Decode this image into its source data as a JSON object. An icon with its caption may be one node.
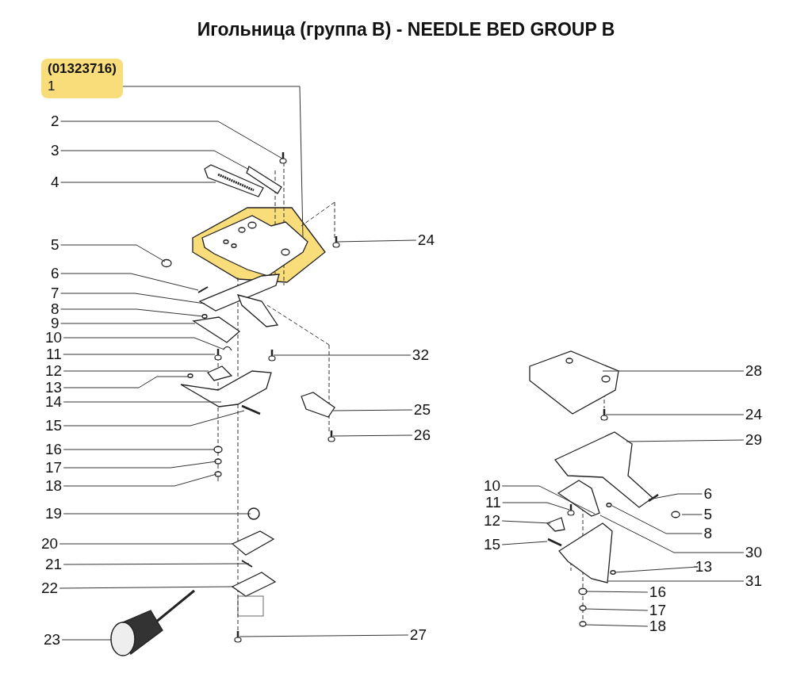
{
  "diagram": {
    "title": "Игольница (группа B) - NEEDLE BED GROUP B",
    "nodes": [
      {
        "text": [
          "(01323716)",
          "1"
        ]
      },
      {
        "text": [
          "2"
        ]
      },
      {
        "text": [
          "3"
        ]
      },
      {
        "text": [
          "4"
        ]
      },
      {
        "text": [
          "5"
        ]
      },
      {
        "text": [
          "6"
        ]
      },
      {
        "text": [
          "7"
        ]
      },
      {
        "text": [
          "8"
        ]
      },
      {
        "text": [
          "9"
        ]
      },
      {
        "text": [
          "10"
        ]
      },
      {
        "text": [
          "11"
        ]
      },
      {
        "text": [
          "12"
        ]
      },
      {
        "text": [
          "13"
        ]
      },
      {
        "text": [
          "14"
        ]
      },
      {
        "text": [
          "15"
        ]
      },
      {
        "text": [
          "16"
        ]
      },
      {
        "text": [
          "17"
        ]
      },
      {
        "text": [
          "18"
        ]
      },
      {
        "text": [
          "19"
        ]
      },
      {
        "text": [
          "20"
        ]
      },
      {
        "text": [
          "21"
        ]
      },
      {
        "text": [
          "22"
        ]
      },
      {
        "text": [
          "23"
        ]
      },
      {
        "text": [
          "24"
        ]
      },
      {
        "text": [
          "32"
        ]
      },
      {
        "text": [
          "25"
        ]
      },
      {
        "text": [
          "26"
        ]
      },
      {
        "text": [
          "27"
        ]
      },
      {
        "text": [
          "28"
        ]
      },
      {
        "text": [
          "24"
        ]
      },
      {
        "text": [
          "29"
        ]
      },
      {
        "text": [
          "10"
        ]
      },
      {
        "text": [
          "11"
        ]
      },
      {
        "text": [
          "6"
        ]
      },
      {
        "text": [
          "12"
        ]
      },
      {
        "text": [
          "5"
        ]
      },
      {
        "text": [
          "8"
        ]
      },
      {
        "text": [
          "15"
        ]
      },
      {
        "text": [
          "30"
        ]
      },
      {
        "text": [
          "13"
        ]
      },
      {
        "text": [
          "31"
        ]
      },
      {
        "text": [
          "16"
        ]
      },
      {
        "text": [
          "17"
        ]
      },
      {
        "text": [
          "18"
        ]
      }
    ],
    "edges": [
      {
        "from": 0,
        "to": null,
        "arrow": "none"
      },
      {
        "from": 1,
        "to": null,
        "arrow": "none"
      },
      {
        "from": 2,
        "to": null,
        "arrow": "none"
      },
      {
        "from": 3,
        "to": null,
        "arrow": "none"
      },
      {
        "from": 4,
        "to": null,
        "arrow": "none"
      },
      {
        "from": 5,
        "to": null,
        "arrow": "none"
      },
      {
        "from": 6,
        "to": null,
        "arrow": "none"
      },
      {
        "from": 7,
        "to": null,
        "arrow": "none"
      },
      {
        "from": 8,
        "to": null,
        "arrow": "none"
      },
      {
        "from": 9,
        "to": null,
        "arrow": "none"
      },
      {
        "from": 10,
        "to": null,
        "arrow": "none"
      },
      {
        "from": 11,
        "to": null,
        "arrow": "none"
      },
      {
        "from": 12,
        "to": null,
        "arrow": "none"
      },
      {
        "from": 13,
        "to": null,
        "arrow": "none"
      },
      {
        "from": 14,
        "to": null,
        "arrow": "none"
      },
      {
        "from": 15,
        "to": null,
        "arrow": "none"
      },
      {
        "from": 16,
        "to": null,
        "arrow": "none"
      },
      {
        "from": 17,
        "to": null,
        "arrow": "none"
      },
      {
        "from": 18,
        "to": null,
        "arrow": "none"
      },
      {
        "from": 19,
        "to": null,
        "arrow": "none"
      },
      {
        "from": 20,
        "to": null,
        "arrow": "none"
      },
      {
        "from": 21,
        "to": null,
        "arrow": "none"
      },
      {
        "from": 22,
        "to": null,
        "arrow": "none"
      },
      {
        "from": 23,
        "to": null,
        "arrow": "none"
      },
      {
        "from": 24,
        "to": null,
        "arrow": "none"
      },
      {
        "from": 25,
        "to": null,
        "arrow": "none"
      },
      {
        "from": 26,
        "to": null,
        "arrow": "none"
      },
      {
        "from": 27,
        "to": null,
        "arrow": "none"
      },
      {
        "from": 28,
        "to": null,
        "arrow": "none"
      },
      {
        "from": 29,
        "to": null,
        "arrow": "none"
      },
      {
        "from": 30,
        "to": null,
        "arrow": "none"
      },
      {
        "from": 31,
        "to": null,
        "arrow": "none"
      },
      {
        "from": 32,
        "to": null,
        "arrow": "none"
      },
      {
        "from": 33,
        "to": null,
        "arrow": "none"
      },
      {
        "from": 34,
        "to": null,
        "arrow": "none"
      },
      {
        "from": 35,
        "to": null,
        "arrow": "none"
      },
      {
        "from": 36,
        "to": null,
        "arrow": "none"
      },
      {
        "from": 37,
        "to": null,
        "arrow": "none"
      },
      {
        "from": 38,
        "to": null,
        "arrow": "none"
      },
      {
        "from": 39,
        "to": null,
        "arrow": "none"
      },
      {
        "from": 40,
        "to": null,
        "arrow": "none"
      },
      {
        "from": 41,
        "to": null,
        "arrow": "none"
      },
      {
        "from": 42,
        "to": null,
        "arrow": "none"
      },
      {
        "from": 43,
        "to": null,
        "arrow": "none"
      }
    ]
  }
}
